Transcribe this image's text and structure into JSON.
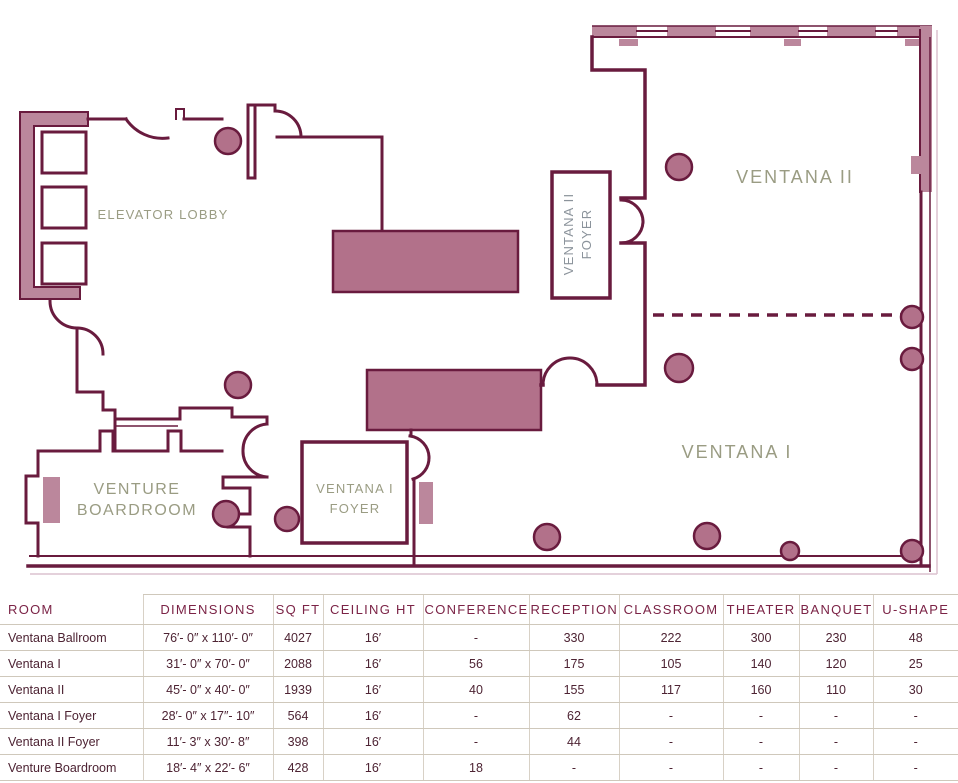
{
  "floor_plan": {
    "labels": {
      "elevator_lobby": "ELEVATOR LOBBY",
      "ventana_ii": "VENTANA II",
      "ventana_i": "VENTANA I",
      "ventana_ii_foyer_line1": "VENTANA II",
      "ventana_ii_foyer_line2": "FOYER",
      "ventana_i_foyer_line1": "VENTANA I",
      "ventana_i_foyer_line2": "FOYER",
      "venture_boardroom_line1": "VENTURE",
      "venture_boardroom_line2": "BOARDROOM"
    },
    "colors": {
      "wall": "#691b3e",
      "fill_dark": "#b2718a",
      "fill_light": "#bb879c",
      "label": "#9a9c83"
    }
  },
  "table": {
    "columns": [
      "ROOM",
      "DIMENSIONS",
      "SQ FT",
      "CEILING HT",
      "CONFERENCE",
      "RECEPTION",
      "CLASSROOM",
      "THEATER",
      "BANQUET",
      "U-SHAPE"
    ],
    "rows": [
      [
        "Ventana Ballroom",
        "76′- 0″ x 110′- 0″",
        "4027",
        "16′",
        "-",
        "330",
        "222",
        "300",
        "230",
        "48"
      ],
      [
        "Ventana I",
        "31′- 0″ x 70′- 0″",
        "2088",
        "16′",
        "56",
        "175",
        "105",
        "140",
        "120",
        "25"
      ],
      [
        "Ventana II",
        "45′- 0″ x 40′- 0″",
        "1939",
        "16′",
        "40",
        "155",
        "117",
        "160",
        "110",
        "30"
      ],
      [
        "Ventana I Foyer",
        "28′- 0″ x 17″- 10″",
        "564",
        "16′",
        "-",
        "62",
        "-",
        "-",
        "-",
        "-"
      ],
      [
        "Ventana II Foyer",
        "11′- 3″ x 30′- 8″",
        "398",
        "16′",
        "-",
        "44",
        "-",
        "-",
        "-",
        "-"
      ],
      [
        "Venture Boardroom",
        "18′- 4″ x 22′- 6″",
        "428",
        "16′",
        "18",
        "-",
        "-",
        "-",
        "-",
        "-"
      ]
    ]
  }
}
